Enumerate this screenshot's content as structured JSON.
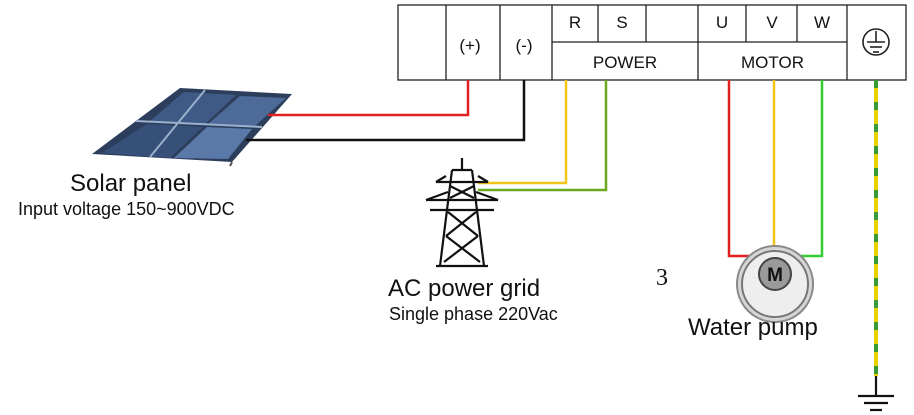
{
  "terminal_block": {
    "dc_terminals": [
      "(+)",
      "(-)"
    ],
    "power_terminals": [
      "R",
      "S"
    ],
    "power_label": "POWER",
    "motor_terminals": [
      "U",
      "V",
      "W"
    ],
    "motor_label": "MOTOR"
  },
  "solar": {
    "title": "Solar panel",
    "subtitle": "Input voltage 150~900VDC"
  },
  "grid": {
    "title": "AC power grid",
    "subtitle": "Single phase 220Vac"
  },
  "pump": {
    "title": "Water pump",
    "motor_letter": "M",
    "stray_label": "3"
  },
  "icons": [
    "ground-terminal-icon",
    "solar-panel-icon",
    "transmission-tower-icon",
    "motor-icon",
    "earth-ground-icon"
  ],
  "colors": {
    "wire_red": "#e02020",
    "wire_black": "#111111",
    "wire_yellow": "#f0c419",
    "wire_green": "#6aa81e",
    "wire_bright_green": "#33cc33",
    "ground_yellow": "#e8d200",
    "ground_green": "#3a9a3a"
  }
}
